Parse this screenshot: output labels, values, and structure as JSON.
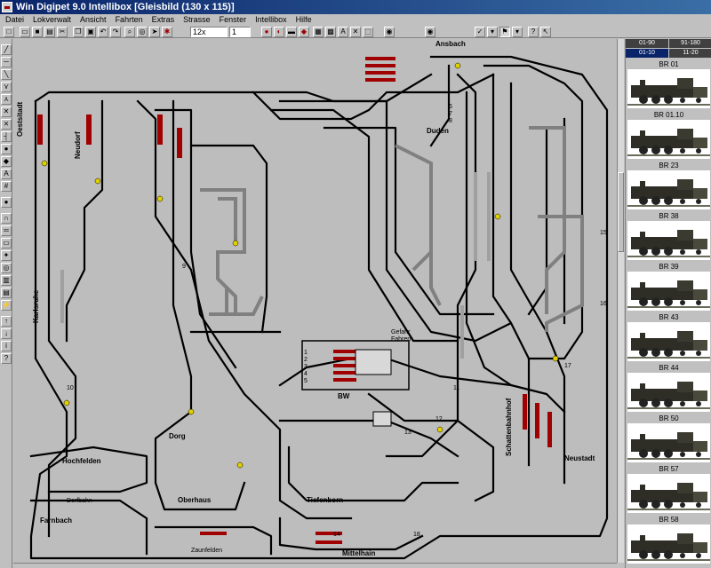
{
  "window": {
    "title": "Win Digipet 9.0    Intellibox    [Gleisbild (130 x 115)]"
  },
  "menu": [
    "Datei",
    "Lokverwalt",
    "Ansicht",
    "Fahrten",
    "Extras",
    "Strasse",
    "Fenster",
    "Intellibox",
    "Hilfe"
  ],
  "toolbar": {
    "zoom_value": "12x",
    "combo_value": "1"
  },
  "layout": {
    "station_labels": [
      "Oestsitadt",
      "Neudorf",
      "Karlsruhe",
      "Duden",
      "Ansbach",
      "Hochfelden",
      "Oberhaus",
      "Tiefenborn",
      "Mittelhain",
      "Farnbach",
      "Dorfbahn",
      "Dorg",
      "Zaunfelden",
      "BW",
      "Schattenbahnhof",
      "Neustadt"
    ],
    "track_numbers": [
      "1",
      "2",
      "3",
      "4",
      "5",
      "6",
      "7",
      "8",
      "9",
      "10",
      "11",
      "12",
      "13",
      "14",
      "15",
      "16",
      "17",
      "18"
    ],
    "misc_labels": [
      "Gefahr",
      "Fahren"
    ]
  },
  "locos": {
    "tabs": [
      "01-90",
      "91-180",
      "01-10",
      "11-20"
    ],
    "items": [
      {
        "name": "BR 01"
      },
      {
        "name": "BR 01.10"
      },
      {
        "name": "BR 23"
      },
      {
        "name": "BR 38"
      },
      {
        "name": "BR 39"
      },
      {
        "name": "BR 43"
      },
      {
        "name": "BR 44"
      },
      {
        "name": "BR 50"
      },
      {
        "name": "BR 57"
      },
      {
        "name": "BR 58"
      }
    ]
  },
  "colors": {
    "titlebar": "#0a246a",
    "track": "#000000",
    "occupied": "#a00000",
    "signal_yellow": "#e0d000",
    "shadow_track": "#808080"
  }
}
